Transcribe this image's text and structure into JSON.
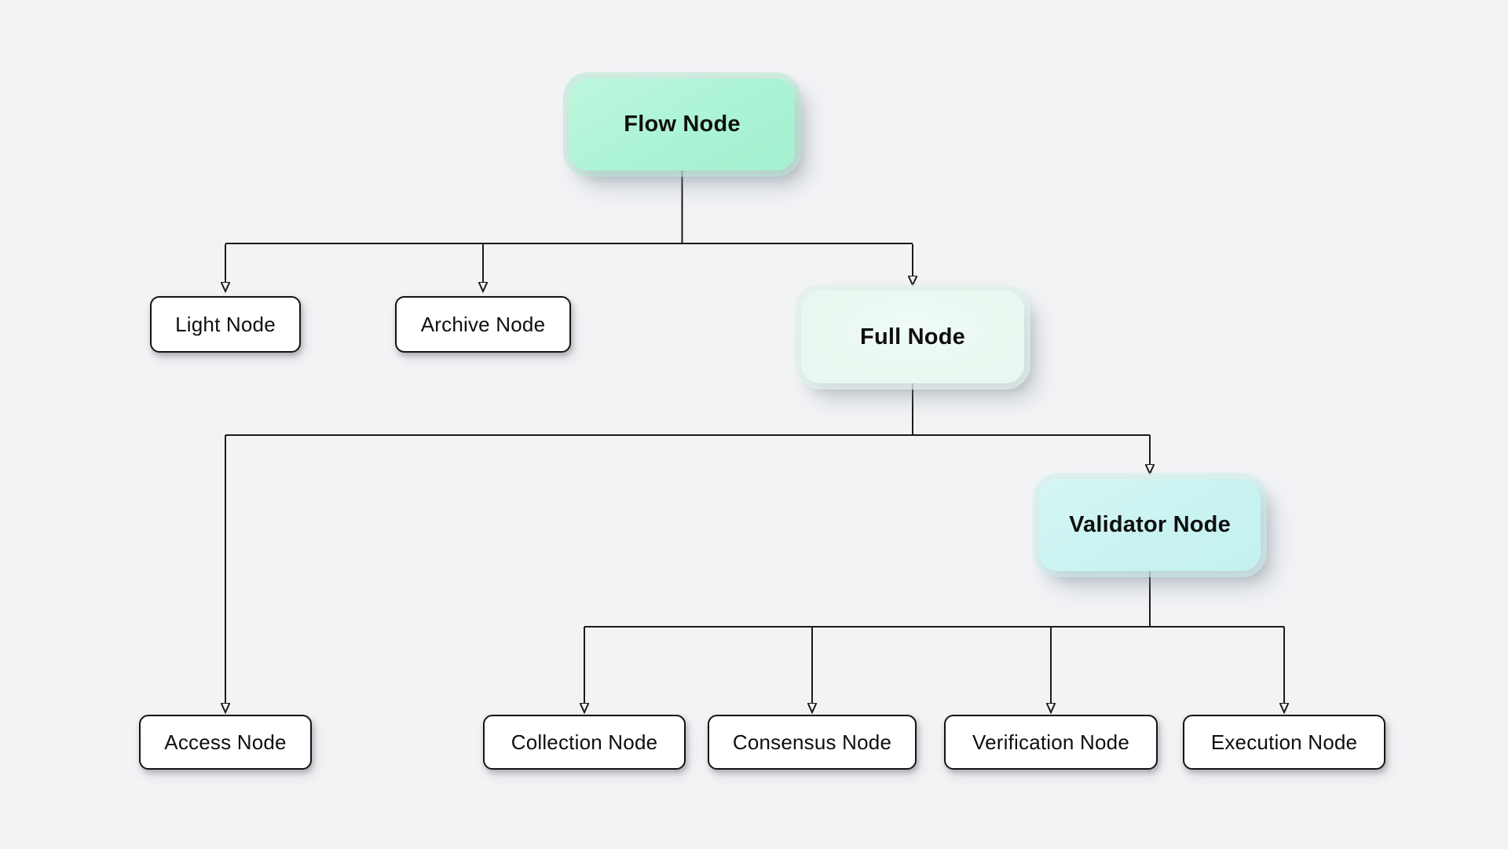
{
  "page": {
    "background_color": "#f2f3f5"
  },
  "diagram": {
    "type": "flowchart",
    "direction": "top-down",
    "line_color": "#1a1a1a",
    "colors": {
      "mint": "#aaf3d4",
      "pale_mint": "#e8f7ef",
      "cyan": "#c9f3f1",
      "white": "#ffffff",
      "text": "#0f0f0f"
    },
    "nodes": [
      {
        "id": "flow",
        "label": "Flow Node",
        "variant": "mint",
        "level": 0
      },
      {
        "id": "light",
        "label": "Light Node",
        "variant": "white",
        "level": 1
      },
      {
        "id": "archive",
        "label": "Archive Node",
        "variant": "white",
        "level": 1
      },
      {
        "id": "full",
        "label": "Full Node",
        "variant": "pale_mint",
        "level": 1
      },
      {
        "id": "access",
        "label": "Access Node",
        "variant": "white",
        "level": 2
      },
      {
        "id": "validator",
        "label": "Validator Node",
        "variant": "cyan",
        "level": 2
      },
      {
        "id": "collection",
        "label": "Collection Node",
        "variant": "white",
        "level": 3
      },
      {
        "id": "consensus",
        "label": "Consensus Node",
        "variant": "white",
        "level": 3
      },
      {
        "id": "verification",
        "label": "Verification Node",
        "variant": "white",
        "level": 3
      },
      {
        "id": "execution",
        "label": "Execution Node",
        "variant": "white",
        "level": 3
      }
    ],
    "edges": [
      {
        "from": "flow",
        "to": "light"
      },
      {
        "from": "flow",
        "to": "archive"
      },
      {
        "from": "flow",
        "to": "full"
      },
      {
        "from": "full",
        "to": "access"
      },
      {
        "from": "full",
        "to": "validator"
      },
      {
        "from": "validator",
        "to": "collection"
      },
      {
        "from": "validator",
        "to": "consensus"
      },
      {
        "from": "validator",
        "to": "verification"
      },
      {
        "from": "validator",
        "to": "execution"
      }
    ]
  }
}
